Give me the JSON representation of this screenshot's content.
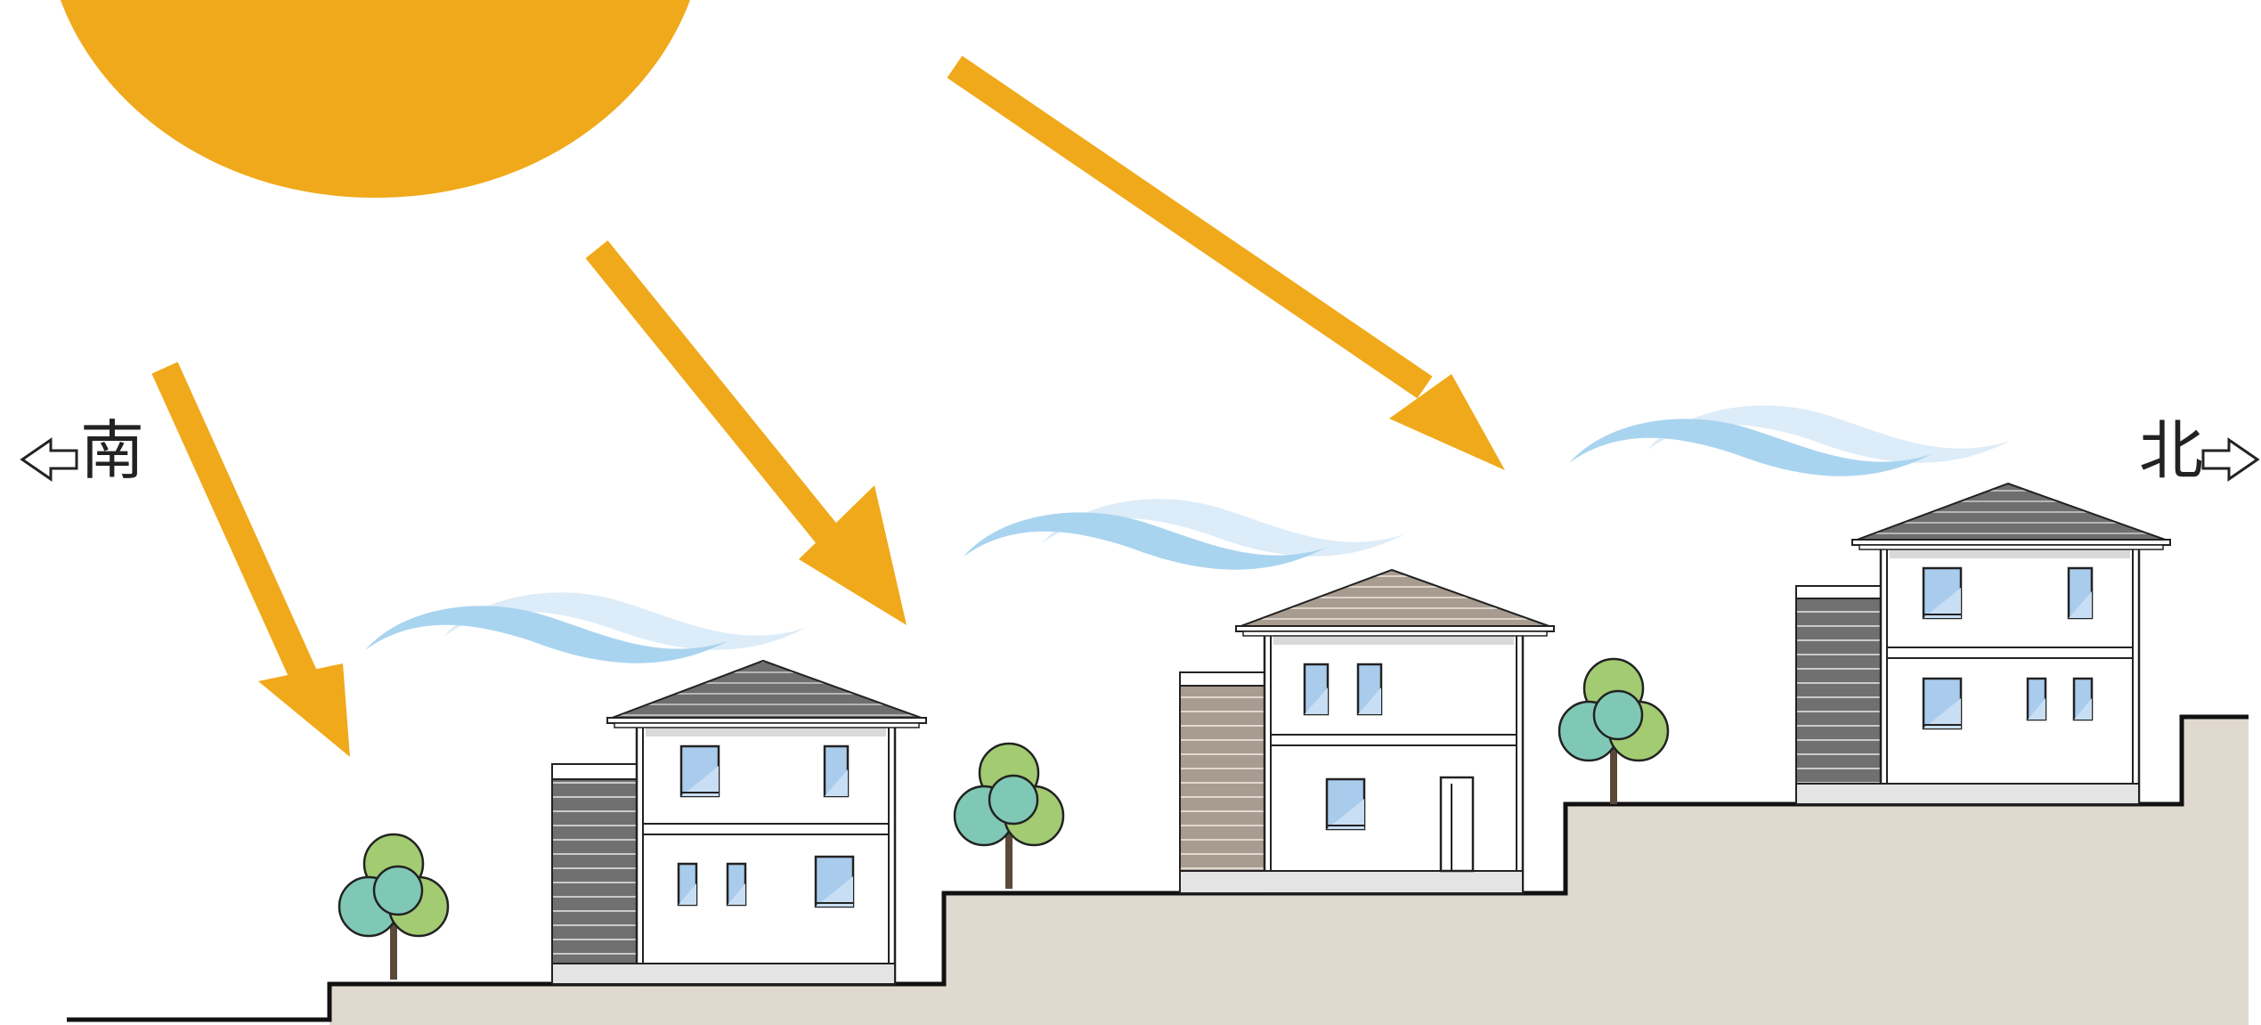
{
  "labels": {
    "south": "南",
    "north": "北"
  },
  "colors": {
    "sun": "#F0A91A",
    "ground": "#E0D9CF",
    "ground_line": "#111111",
    "wind_light": "#DCECF8",
    "wind_mid": "#A9D4F0",
    "roof_gray": "#6E6E6E",
    "roof_brown": "#A89C90",
    "wall": "#FFFFFF",
    "siding_gray": "#707070",
    "siding_brown": "#A89C90",
    "window": "#A9CBEC",
    "tree_green": "#A2CB72",
    "tree_teal": "#7FC8B5"
  },
  "icons": [
    "sun",
    "sun-ray-arrow",
    "wind-gust",
    "house",
    "tree",
    "south-arrow-icon",
    "north-arrow-icon"
  ]
}
